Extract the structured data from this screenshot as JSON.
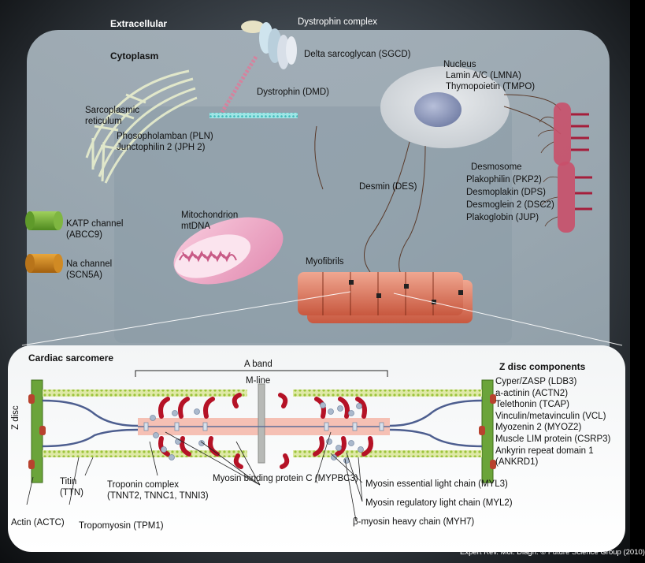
{
  "regions": {
    "extracellular": "Extracellular",
    "cytoplasm": "Cytoplasm",
    "cardiac_sarcomere": "Cardiac sarcomere",
    "z_disc_components": "Z disc components"
  },
  "labels": {
    "dystrophin_complex": "Dystrophin complex",
    "delta_sarcoglycan": "Delta sarcoglycan (SGCD)",
    "dystrophin": "Dystrophin (DMD)",
    "nucleus": "Nucleus",
    "lamin": "Lamin A/C (LMNA)",
    "thymopoietin": "Thymopoietin (TMPO)",
    "sr_1": "Sarcoplasmic",
    "sr_2": "reticulum",
    "phospholamban": "Phosopholamban (PLN)",
    "junctophilin": "Junctophilin 2 (JPH 2)",
    "desmosome": "Desmosome",
    "plakophilin": "Plakophilin (PKP2)",
    "desmoplakin": "Desmoplakin (DPS)",
    "desmoglein": "Desmoglein 2 (DSC2)",
    "plakoglobin": "Plakoglobin (JUP)",
    "desmin": "Desmin (DES)",
    "katp_1": "KATP channel",
    "katp_2": "(ABCC9)",
    "na_1": "Na channel",
    "na_2": "(SCN5A)",
    "mito_1": "Mitochondrion",
    "mito_2": "mtDNA",
    "myofibrils": "Myofibrils",
    "a_band": "A band",
    "m_line": "M-line",
    "z_disc": "Z disc",
    "titin_1": "Titin",
    "titin_2": "(TTN)",
    "troponin_1": "Troponin complex",
    "troponin_2": "(TNNT2, TNNC1, TNNI3)",
    "mybpc3": "Myosin binding protein C (MYPBC3)",
    "myl3": "Myosin essential light chain (MYL3)",
    "myl2": "Myosin regulatory light chain (MYL2)",
    "myh7": "β-myosin heavy chain (MYH7)",
    "actin": "Actin (ACTC)",
    "tropomyosin": "Tropomyosin (TPM1)"
  },
  "z_disc_items": [
    "Cyper/ZASP (LDB3)",
    "a-actinin (ACTN2)",
    "Telethonin (TCAP)",
    "Vinculin/metavinculin (VCL)",
    "Myozenin 2 (MYOZ2)",
    "Muscle LIM protein (CSRP3)",
    "Ankyrin repeat domain 1",
    "(ANKRD1)"
  ],
  "credit": "Expert Rev. Mol. Diagn. © Future Science Group (2010)"
}
